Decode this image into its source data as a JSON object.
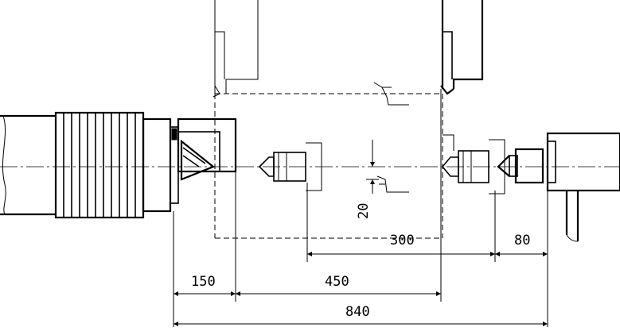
{
  "dimensions": {
    "d150": "150",
    "d450": "450",
    "d840": "840",
    "d300": "300",
    "d80": "80",
    "d20": "20"
  }
}
